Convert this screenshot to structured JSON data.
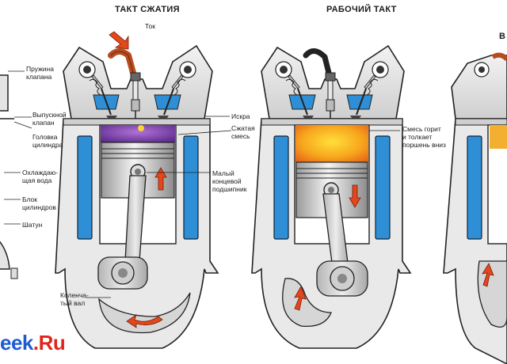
{
  "titles": {
    "compression": "ТАКТ СЖАТИЯ",
    "power": "РАБОЧИЙ ТАКТ",
    "right_partial": "В"
  },
  "labels": {
    "current": "Ток",
    "valve_spring": "Пружина\nклапана",
    "exhaust_valve": "Выпускной\nклапан",
    "cylinder_head": "Головка\nцилиндра",
    "coolant": "Охлаждаю-\nщая вода",
    "cylinder_block": "Блок\nцилиндров",
    "connecting_rod": "Шатун",
    "spark": "Искра",
    "compressed_mixture": "Сжатая\nсмесь",
    "small_end_bearing": "Малый\nконцевой\nподшипник",
    "crankshaft": "Коленча-\nтый вал",
    "mixture_burns": "Смесь горит\nи толкает\nпоршень вниз"
  },
  "watermark": {
    "text_blue": "eek",
    "text_red": ".Ru"
  },
  "colors": {
    "coolant": "#2f8fd6",
    "engine_body": "#d9d9d9",
    "outline": "#222222",
    "compressed_gas": "#7a3fa8",
    "burning_gas": "#f39a1f",
    "arrow": "#e2471d",
    "ignition_wire": "#b94c1f"
  }
}
